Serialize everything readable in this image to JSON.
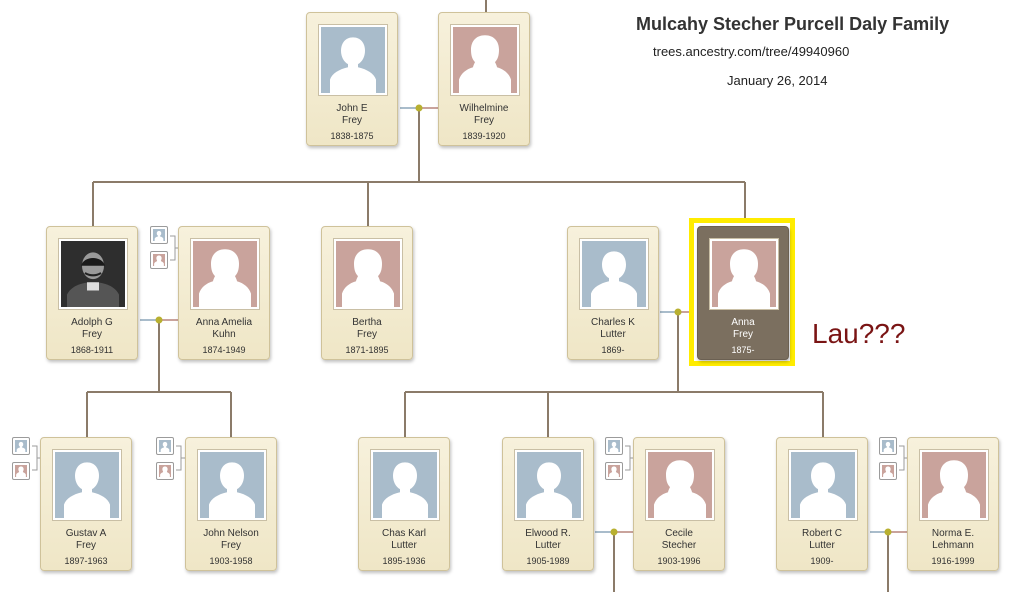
{
  "header": {
    "title": "Mulcahy Stecher Purcell Daly Family",
    "url": "trees.ancestry.com/tree/49940960",
    "date": "January 26, 2014"
  },
  "annotation": {
    "text": "Lau???"
  },
  "people": {
    "john_e": {
      "line1": "John E",
      "line2": "Frey",
      "dates": "1838-1875",
      "gender": "male"
    },
    "wilhelmine": {
      "line1": "Wilhelmine",
      "line2": "Frey",
      "dates": "1839-1920",
      "gender": "female"
    },
    "adolph": {
      "line1": "Adolph G",
      "line2": "Frey",
      "dates": "1868-1911",
      "gender": "male",
      "photo": true
    },
    "anna_amelia": {
      "line1": "Anna Amelia",
      "line2": "Kuhn",
      "dates": "1874-1949",
      "gender": "female"
    },
    "bertha": {
      "line1": "Bertha",
      "line2": "Frey",
      "dates": "1871-1895",
      "gender": "female"
    },
    "charles": {
      "line1": "Charles K",
      "line2": "Lutter",
      "dates": "1869-",
      "gender": "male"
    },
    "anna": {
      "line1": "Anna",
      "line2": "Frey",
      "dates": "1875-",
      "gender": "female",
      "selected": true
    },
    "gustav": {
      "line1": "Gustav A",
      "line2": "Frey",
      "dates": "1897-1963",
      "gender": "male"
    },
    "john_nelson": {
      "line1": "John Nelson",
      "line2": "Frey",
      "dates": "1903-1958",
      "gender": "male"
    },
    "chas_karl": {
      "line1": "Chas Karl",
      "line2": "Lutter",
      "dates": "1895-1936",
      "gender": "male"
    },
    "elwood": {
      "line1": "Elwood R.",
      "line2": "Lutter",
      "dates": "1905-1989",
      "gender": "male"
    },
    "cecile": {
      "line1": "Cecile",
      "line2": "Stecher",
      "dates": "1903-1996",
      "gender": "female"
    },
    "robert": {
      "line1": "Robert C",
      "line2": "Lutter",
      "dates": "1909-",
      "gender": "male"
    },
    "norma": {
      "line1": "Norma E.",
      "line2": "Lehmann",
      "dates": "1916-1999",
      "gender": "female"
    }
  },
  "colors": {
    "male": "#a9bccb",
    "female": "#c9a39c",
    "connector": "#8b7b69",
    "node": "#b8b030",
    "highlight": "#ffec00",
    "annotation": "#7a1414"
  },
  "icons": [
    "male-silhouette-icon",
    "female-silhouette-icon",
    "parents-expand-icon"
  ]
}
